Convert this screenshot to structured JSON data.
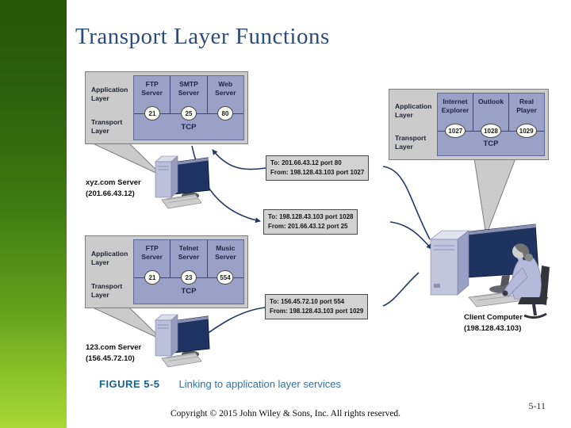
{
  "slide": {
    "title": "Transport Layer Functions",
    "page_number": "5-11",
    "copyright": "Copyright © 2015 John Wiley & Sons, Inc. All rights reserved."
  },
  "colors": {
    "sidebar_gradient_top": "#265708",
    "sidebar_gradient_bottom": "#a9d838",
    "title_text": "#2d4b7a",
    "figure_caption_text": "#17618e",
    "protocol_table_fill": "#9aa1c7",
    "callout_fill": "#cbcbcb",
    "message_box_fill": "#d2d2d2",
    "arrow": "#1f3864",
    "monitor_screen": "#1e335f"
  },
  "figure": {
    "label": "FIGURE 5-5",
    "caption": "Linking to application layer services",
    "callouts": [
      {
        "layers": [
          "Application Layer",
          "Transport Layer"
        ],
        "transport": "TCP",
        "columns": [
          {
            "app": "FTP Server",
            "port": "21"
          },
          {
            "app": "SMTP Server",
            "port": "25"
          },
          {
            "app": "Web Server",
            "port": "80"
          }
        ]
      },
      {
        "layers": [
          "Application Layer",
          "Transport Layer"
        ],
        "transport": "TCP",
        "columns": [
          {
            "app": "Internet Explorer",
            "port": "1027"
          },
          {
            "app": "Outlook",
            "port": "1028"
          },
          {
            "app": "Real Player",
            "port": "1029"
          }
        ]
      },
      {
        "layers": [
          "Application Layer",
          "Transport Layer"
        ],
        "transport": "TCP",
        "columns": [
          {
            "app": "FTP Server",
            "port": "21"
          },
          {
            "app": "Telnet Server",
            "port": "23"
          },
          {
            "app": "Music Server",
            "port": "554"
          }
        ]
      }
    ],
    "messages": [
      {
        "to": "To: 201.66.43.12 port 80",
        "from": "From: 198.128.43.103 port 1027"
      },
      {
        "to": "To: 198.128.43.103 port 1028",
        "from": "From: 201.66.43.12 port 25"
      },
      {
        "to": "To: 156.45.72.10 port 554",
        "from": "From: 198.128.43.103 port 1029"
      }
    ],
    "nodes": [
      {
        "name": "xyz.com Server",
        "address": "(201.66.43.12)"
      },
      {
        "name": "123.com Server",
        "address": "(156.45.72.10)"
      },
      {
        "name": "Client Computer",
        "address": "(198.128.43.103)"
      }
    ]
  }
}
